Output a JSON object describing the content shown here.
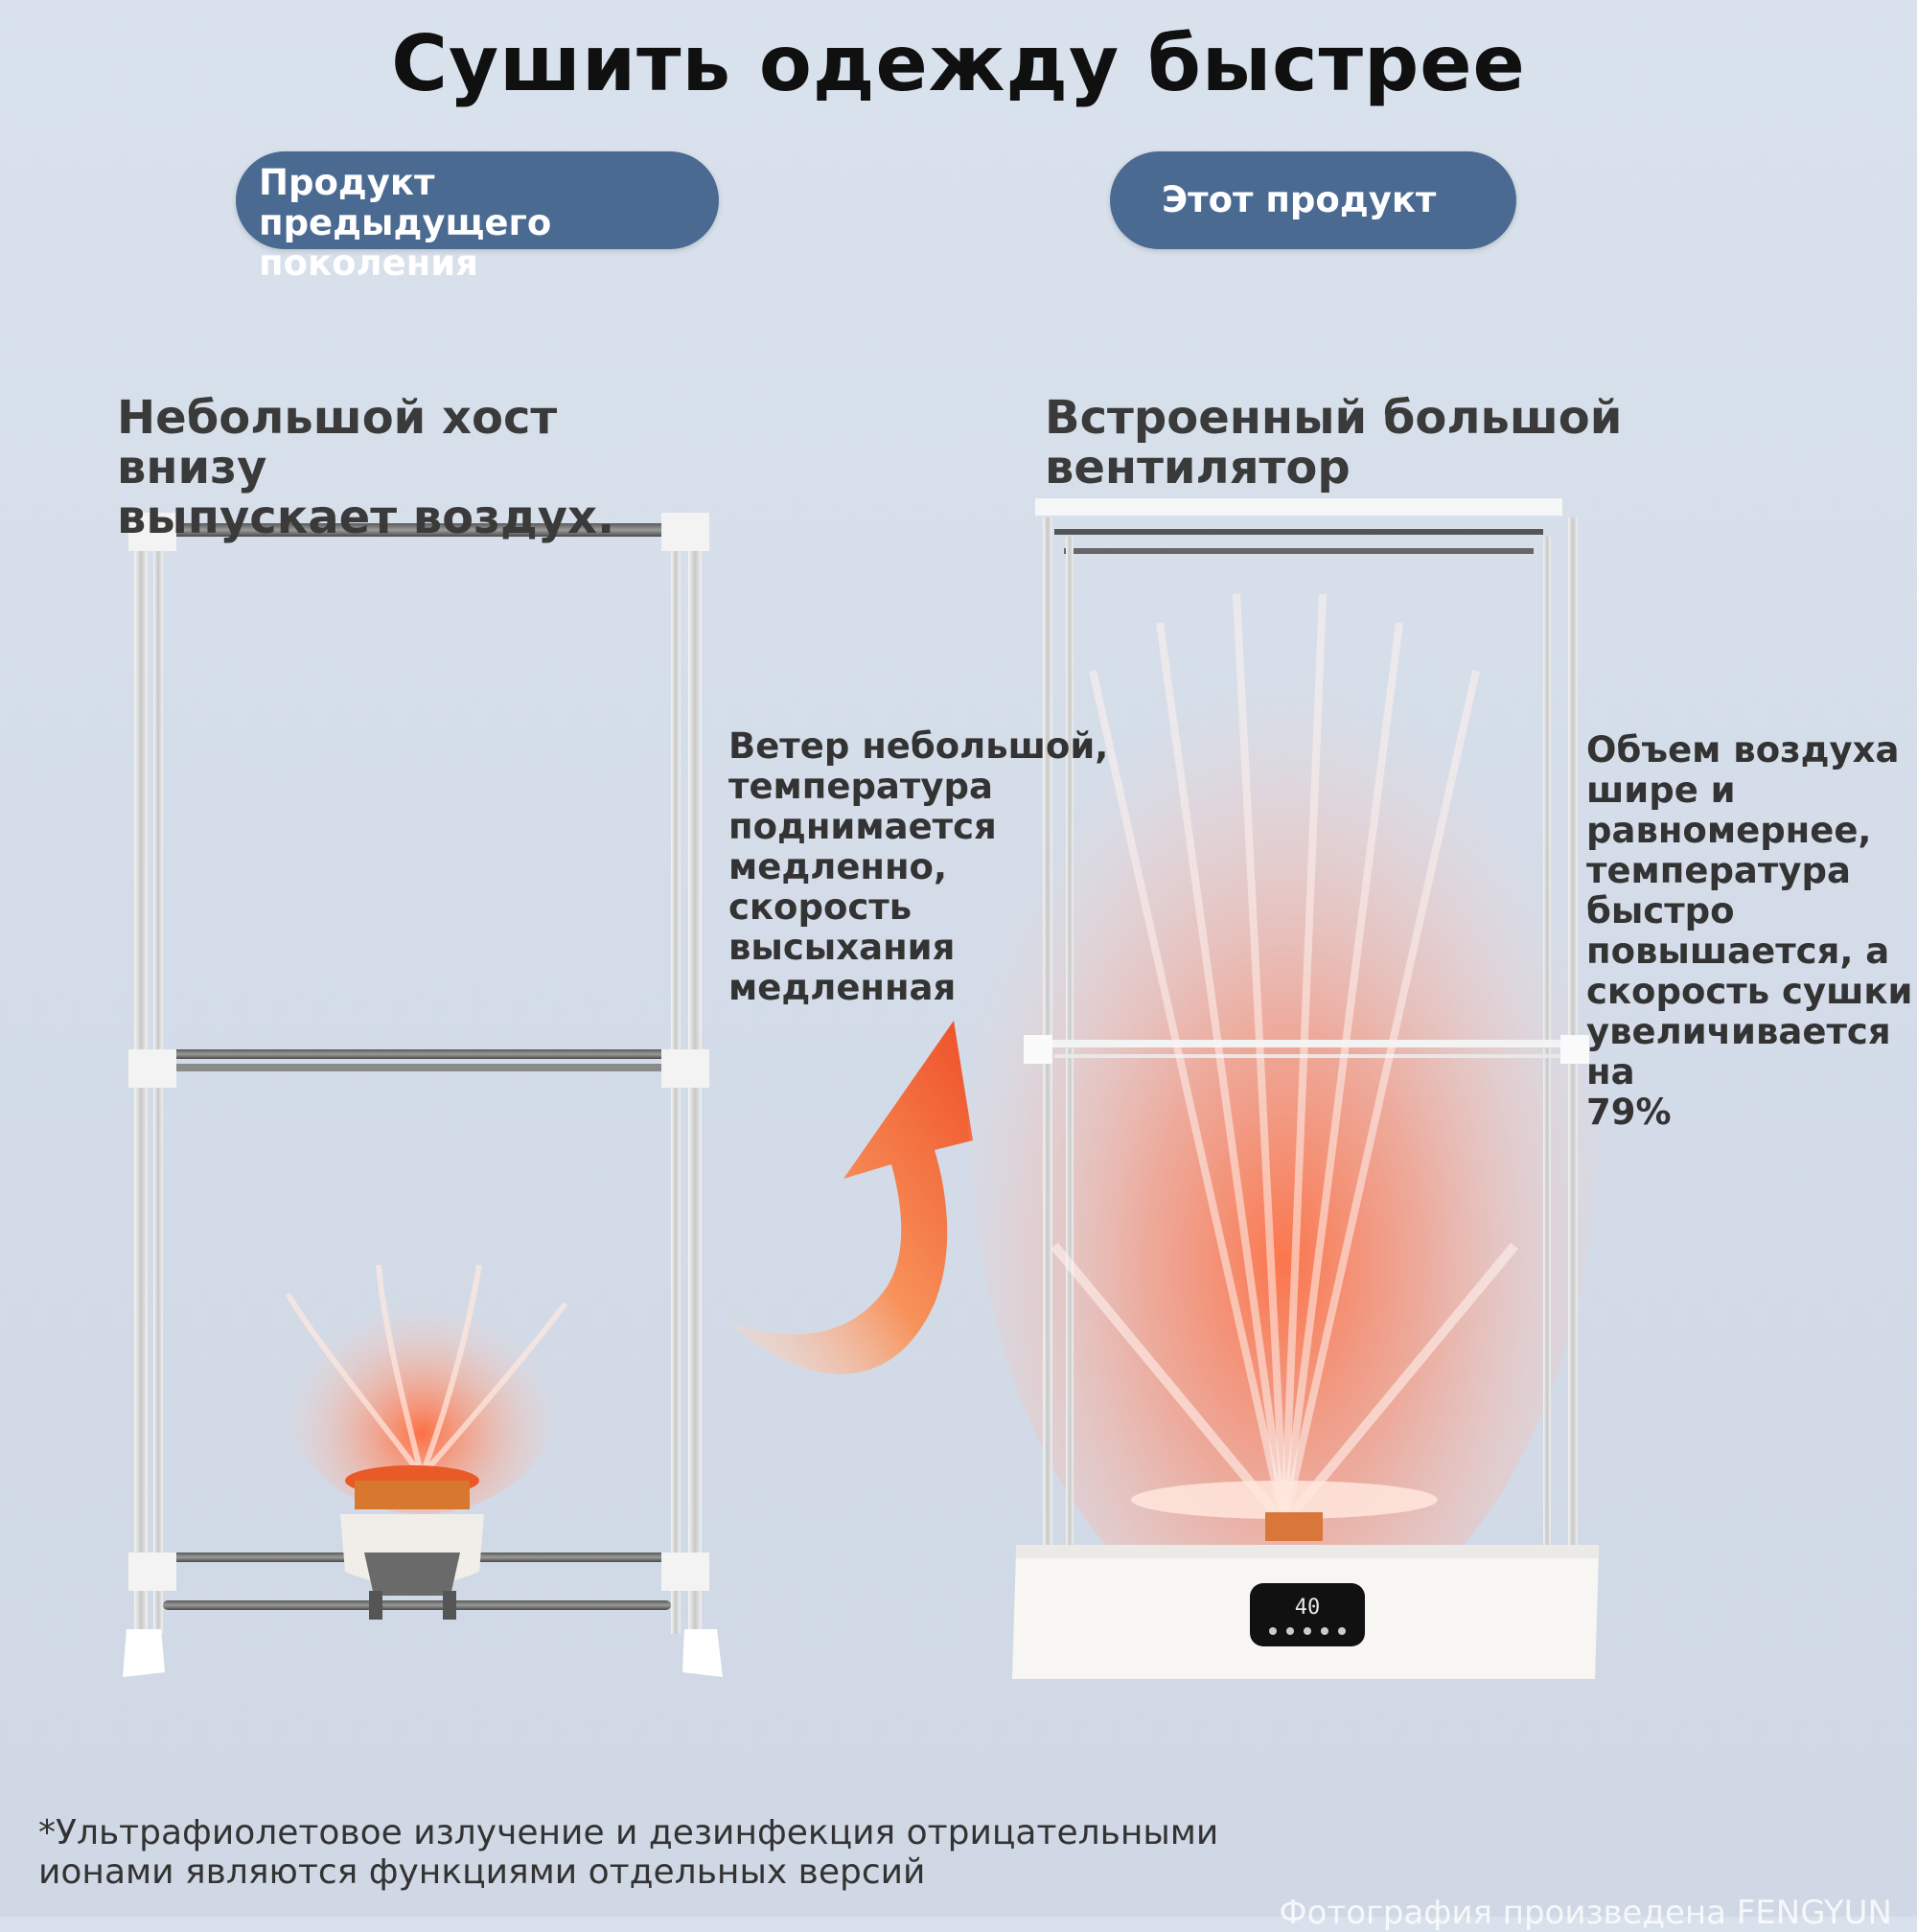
{
  "title": "Сушить одежду быстрее",
  "badges": {
    "previous": "Продукт предыдущего поколения",
    "current": "Этот продукт"
  },
  "left": {
    "heading": "Небольшой хост внизу\nвыпускает воздух.",
    "description": "Ветер небольшой,\nтемпература\nподнимается\nмедленно,\nскорость\nвысыхания\nмедленная"
  },
  "right": {
    "heading": "Встроенный большой\nвентилятор",
    "description": "Объем воздуха\nшире и\nравномернее,\nтемпература\nбыстро\nповышается, а\nскорость сушки\nувеличивается на\n79%",
    "display_value": "40"
  },
  "footnote": "*Ультрафиолетовое излучение и дезинфекция отрицательными\nионами являются функциями отдельных версий",
  "watermark": "Фотография произведена FENGYUN",
  "colors": {
    "badge": "#4a6a92",
    "airflow": "#ff7a4a",
    "arrow": "#f4713a"
  }
}
